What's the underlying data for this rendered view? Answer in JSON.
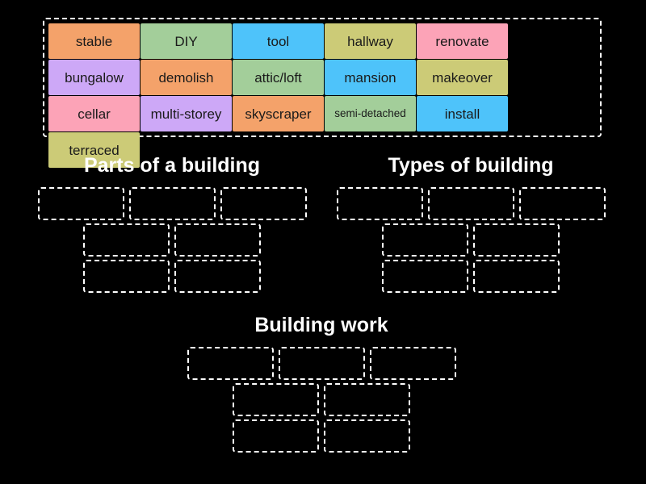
{
  "activity": {
    "type": "group-sort",
    "background_color": "#000000"
  },
  "word_bank": {
    "name": "word-bank",
    "tiles": [
      {
        "label": "stable",
        "color": "#f4a26a",
        "color_name": "orange",
        "small": false
      },
      {
        "label": "DIY",
        "color": "#a3ce9a",
        "color_name": "green",
        "small": false
      },
      {
        "label": "tool",
        "color": "#4ec3fa",
        "color_name": "blue",
        "small": false
      },
      {
        "label": "hallway",
        "color": "#cccb77",
        "color_name": "olive",
        "small": false
      },
      {
        "label": "renovate",
        "color": "#fca3b7",
        "color_name": "pink",
        "small": false
      },
      {
        "label": "bungalow",
        "color": "#cda8f7",
        "color_name": "purple",
        "small": false
      },
      {
        "label": "demolish",
        "color": "#f4a26a",
        "color_name": "orange",
        "small": false
      },
      {
        "label": "attic/loft",
        "color": "#a3ce9a",
        "color_name": "green",
        "small": false
      },
      {
        "label": "mansion",
        "color": "#4ec3fa",
        "color_name": "blue",
        "small": false
      },
      {
        "label": "makeover",
        "color": "#cccb77",
        "color_name": "olive",
        "small": false
      },
      {
        "label": "cellar",
        "color": "#fca3b7",
        "color_name": "pink",
        "small": false
      },
      {
        "label": "multi-storey",
        "color": "#cda8f7",
        "color_name": "purple",
        "small": false
      },
      {
        "label": "skyscraper",
        "color": "#f4a26a",
        "color_name": "orange",
        "small": false
      },
      {
        "label": "semi-detached",
        "color": "#a3ce9a",
        "color_name": "green",
        "small": true
      },
      {
        "label": "install",
        "color": "#4ec3fa",
        "color_name": "blue",
        "small": false
      },
      {
        "label": "terraced",
        "color": "#cccb77",
        "color_name": "olive",
        "small": false
      }
    ],
    "empty_cells": 2
  },
  "groups": [
    {
      "id": "parts",
      "title": "Parts of a building",
      "slot_count": 7,
      "slots_filled": 0,
      "row_layout": [
        3,
        2,
        2
      ]
    },
    {
      "id": "types",
      "title": "Types of building",
      "slot_count": 7,
      "slots_filled": 0,
      "row_layout": [
        3,
        2,
        2
      ]
    },
    {
      "id": "work",
      "title": "Building work",
      "slot_count": 7,
      "slots_filled": 0,
      "row_layout": [
        3,
        2,
        2
      ]
    }
  ]
}
